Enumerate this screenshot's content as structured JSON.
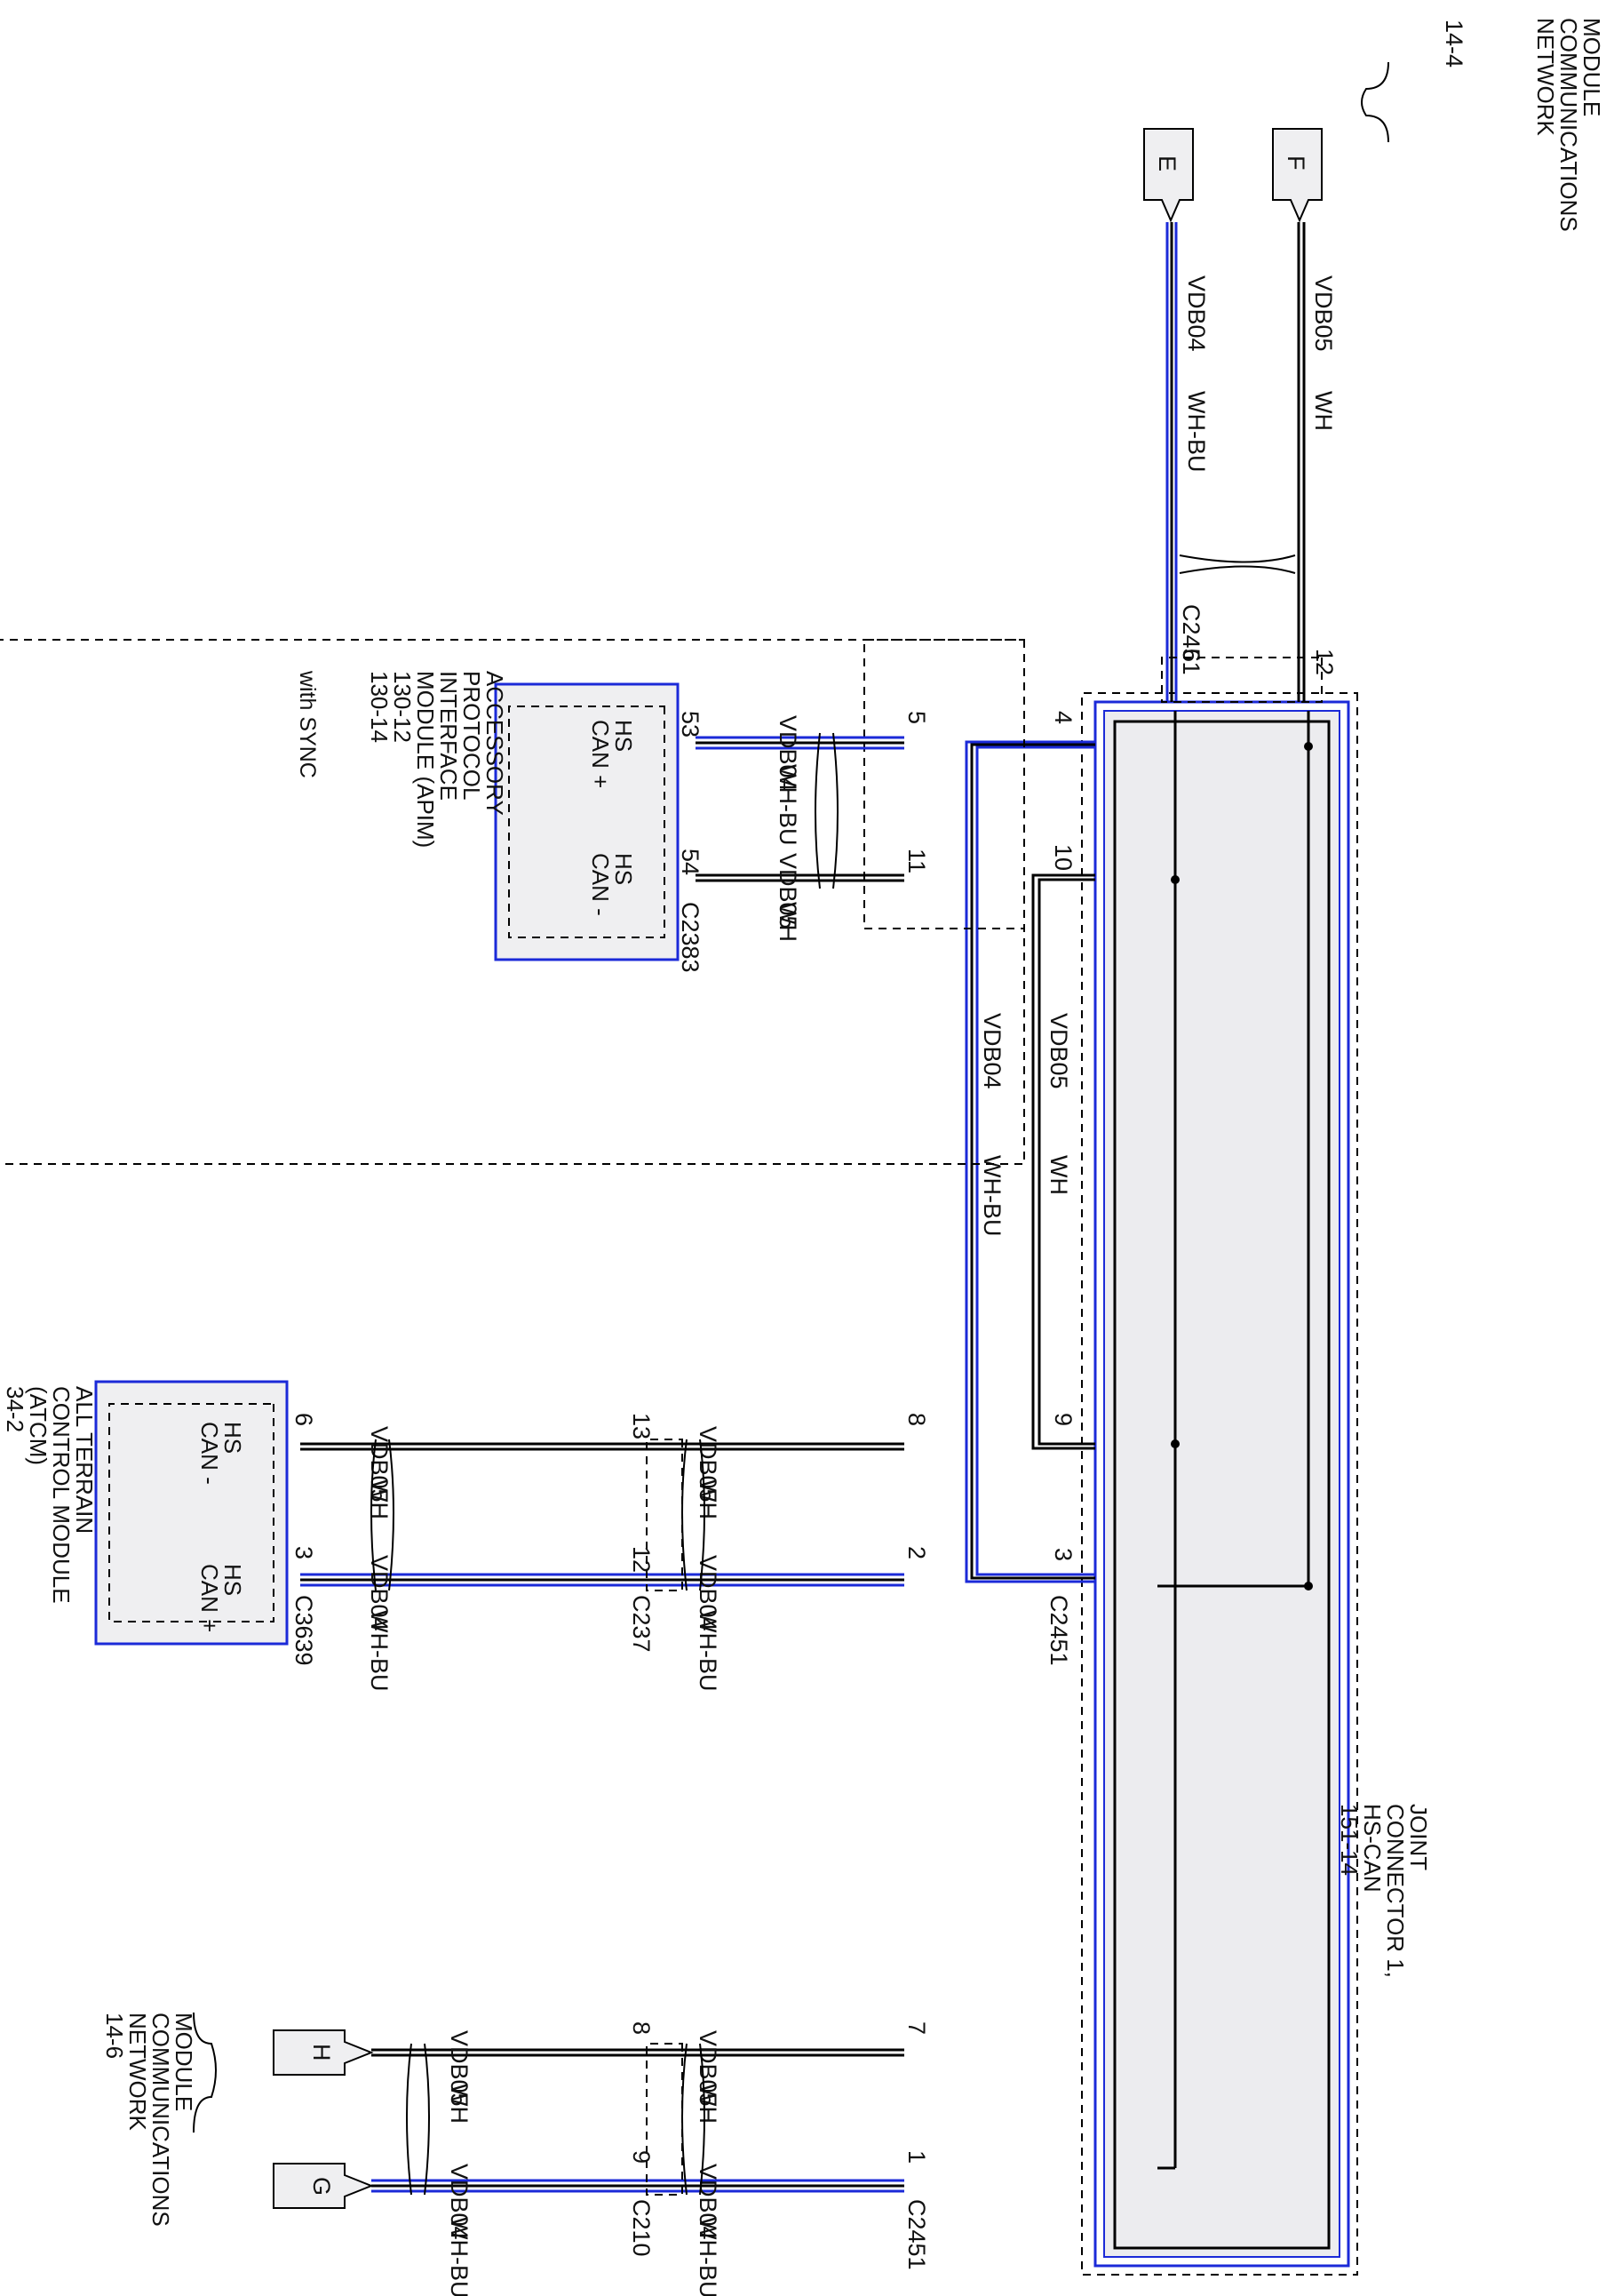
{
  "colors": {
    "wire_blue": "#1b2ad8",
    "module_fill": "#efeff1",
    "joint_fill": "#ececef"
  },
  "top_network": {
    "lines": [
      "MODULE",
      "COMMUNICATIONS",
      "NETWORK"
    ],
    "page_ref": "14-4",
    "tag_e": "E",
    "tag_f": "F",
    "wire_e_circuit": "VDB04",
    "wire_e_color": "WH-BU",
    "wire_f_circuit": "VDB05",
    "wire_f_color": "WH",
    "connector": "C2451",
    "pin_e": "6",
    "pin_f": "12"
  },
  "joint_connector": {
    "lines": [
      "JOINT",
      "CONNECTOR 1,",
      "HS-CAN",
      "151-14"
    ],
    "connector_bottom": "C2451",
    "connector_right": "C2451"
  },
  "right_loop": {
    "outer_circuit": "VDB04",
    "outer_color": "WH-BU",
    "inner_circuit": "VDB05",
    "inner_color": "WH",
    "pins": {
      "p4": "4",
      "p10": "10",
      "p9": "9",
      "p3": "3"
    }
  },
  "apim": {
    "lines": [
      "ACCESSORY",
      "PROTOCOL",
      "INTERFACE",
      "MODULE (APIM)",
      "130-12",
      "130-14"
    ],
    "option": "with SYNC",
    "hs_plus": [
      "HS",
      "CAN +"
    ],
    "hs_minus": [
      "HS",
      "CAN -"
    ],
    "connector": "C2383",
    "pin_plus": "53",
    "pin_minus": "54",
    "jc_pin_plus": "5",
    "jc_pin_minus": "11",
    "wire_plus_circuit": "VDB04",
    "wire_plus_color": "WH-BU",
    "wire_minus_circuit": "VDB05",
    "wire_minus_color": "WH"
  },
  "atcm": {
    "lines": [
      "ALL TERRAIN",
      "CONTROL MODULE",
      "(ATCM)",
      "34-2"
    ],
    "hs_minus": [
      "HS",
      "CAN -"
    ],
    "hs_plus": [
      "HS",
      "CAN +"
    ],
    "connector": "C3639",
    "pin_minus": "6",
    "pin_plus": "3",
    "inline_connector": "C237",
    "inline_pin_minus": "13",
    "inline_pin_plus": "12",
    "jc_pin_minus": "8",
    "jc_pin_plus": "2",
    "seg1_minus_circuit": "VDB05",
    "seg1_minus_color": "WH",
    "seg1_plus_circuit": "VDB04",
    "seg1_plus_color": "WH-BU",
    "seg2_minus_circuit": "VDB05",
    "seg2_minus_color": "WH",
    "seg2_plus_circuit": "VDB04",
    "seg2_plus_color": "WH-BU"
  },
  "bottom_network": {
    "lines": [
      "MODULE",
      "COMMUNICATIONS",
      "NETWORK",
      "14-6"
    ],
    "tag_h": "H",
    "tag_g": "G",
    "inline_connector": "C210",
    "inline_pin_h": "8",
    "inline_pin_g": "9",
    "jc_connector": "C2451",
    "jc_pin_h": "7",
    "jc_pin_g": "1",
    "seg1_h_circuit": "VDB05",
    "seg1_h_color": "WH",
    "seg1_g_circuit": "VDB04",
    "seg1_g_color": "WH-BU",
    "seg2_h_circuit": "VDB05",
    "seg2_h_color": "WH",
    "seg2_g_circuit": "VDB04",
    "seg2_g_color": "WH-BU"
  }
}
